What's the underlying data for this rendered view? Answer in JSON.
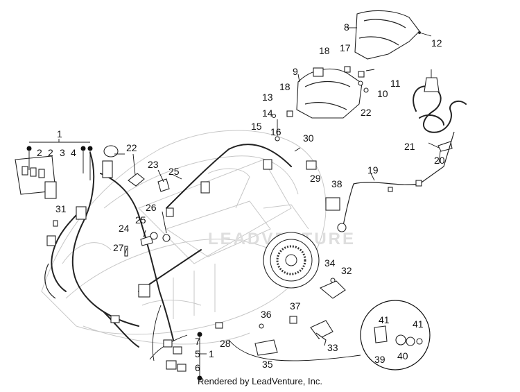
{
  "footer": "Rendered by LeadVenture, Inc.",
  "watermark": "LEADVENTURE",
  "callouts": {
    "c1_top": "1",
    "c2a": "2",
    "c2b": "2",
    "c3": "3",
    "c4": "4",
    "c1_bot": "1",
    "c5": "5",
    "c6": "6",
    "c7": "7",
    "c8": "8",
    "c9": "9",
    "c10": "10",
    "c11": "11",
    "c12": "12",
    "c13": "13",
    "c14": "14",
    "c15": "15",
    "c16": "16",
    "c17": "17",
    "c18a": "18",
    "c18b": "18",
    "c19": "19",
    "c20": "20",
    "c21": "21",
    "c22a": "22",
    "c22b": "22",
    "c23": "23",
    "c24": "24",
    "c25a": "25",
    "c25b": "25",
    "c26": "26",
    "c27": "27",
    "c28": "28",
    "c29": "29",
    "c30": "30",
    "c31": "31",
    "c32": "32",
    "c33": "33",
    "c34": "34",
    "c35": "35",
    "c36": "36",
    "c37": "37",
    "c38": "38",
    "c39": "39",
    "c40": "40",
    "c41a": "41",
    "c41b": "41"
  }
}
